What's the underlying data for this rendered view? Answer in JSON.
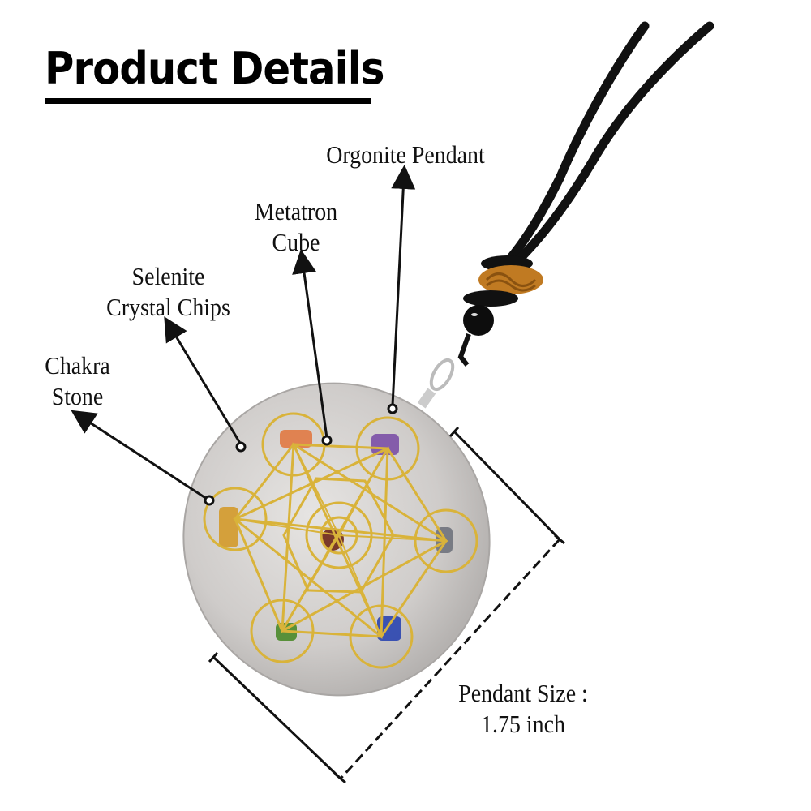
{
  "header": {
    "title": "Product Details"
  },
  "labels": {
    "orgonite_pendant": "Orgonite Pendant",
    "metatron_line1": "Metatron",
    "metatron_line2": "Cube",
    "selenite_line1": "Selenite",
    "selenite_line2": "Crystal Chips",
    "chakra_line1": "Chakra",
    "chakra_line2": "Stone",
    "size_line1": "Pendant Size :",
    "size_line2": "1.75 inch"
  },
  "colors": {
    "text": "#111111",
    "gold": "#d9b33a",
    "pendant": "#cfcdcb",
    "cord": "#111111",
    "knot": "#c07a22"
  },
  "stones": [
    {
      "name": "orange",
      "color": "#e2733a"
    },
    {
      "name": "amethyst",
      "color": "#7b4fa6"
    },
    {
      "name": "yellow",
      "color": "#d49a2a"
    },
    {
      "name": "grey",
      "color": "#6a6d78"
    },
    {
      "name": "green",
      "color": "#4a8a2a"
    },
    {
      "name": "blue",
      "color": "#2a45b0"
    },
    {
      "name": "brown-center",
      "color": "#7a3a2a"
    }
  ]
}
